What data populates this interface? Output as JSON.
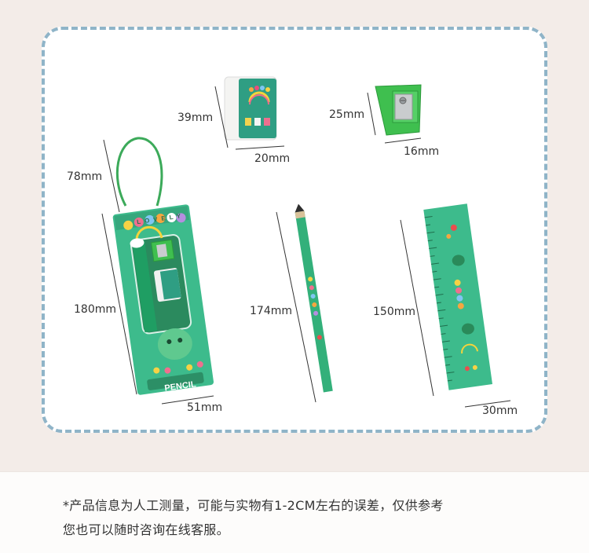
{
  "colors": {
    "background": "#f3ece8",
    "panel": "#ffffff",
    "panel_border": "#8fb4c8",
    "product_green": "#2aa87a"
  },
  "items": {
    "eraser": {
      "height": "39mm",
      "width": "20mm"
    },
    "sharpener": {
      "height": "25mm",
      "width": "16mm"
    },
    "box": {
      "top": "78mm",
      "height": "180mm",
      "width": "51mm",
      "brand_word": "LOVELY",
      "label": "PENCIL"
    },
    "pencil": {
      "length": "174mm"
    },
    "ruler": {
      "length": "150mm",
      "width": "30mm"
    }
  },
  "footer": {
    "line1": "*产品信息为人工测量，可能与实物有1-2CM左右的误差，仅供参考",
    "line2": "您也可以随时咨询在线客服。"
  }
}
